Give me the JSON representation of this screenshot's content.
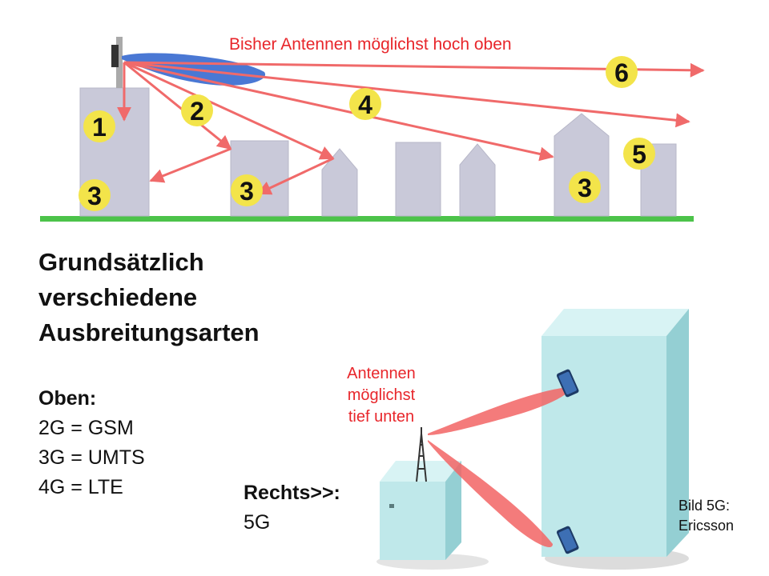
{
  "top_diagram": {
    "caption": "Bisher Antennen möglichst hoch oben",
    "markers": [
      "1",
      "2",
      "3",
      "3",
      "4",
      "3",
      "5",
      "6"
    ],
    "colors": {
      "ground": "#4cc34a",
      "building": "#c9c9d9",
      "arrow": "#f06a6a",
      "beam": "#4a78d4",
      "marker": "#f3e44a"
    }
  },
  "heading": [
    "Grundsätzlich",
    "verschiedene",
    "Ausbreitungsarten"
  ],
  "oben": {
    "label": "Oben:",
    "lines": [
      "2G = GSM",
      "3G = UMTS",
      "4G = LTE"
    ]
  },
  "bottom_diagram": {
    "caption": [
      "Antennen",
      "möglichst",
      "tief unten"
    ],
    "colors": {
      "building": "#bfe8ea",
      "beam": "#f26464"
    }
  },
  "rechts": {
    "label": "Rechts>>:",
    "value": "5G"
  },
  "credit": [
    "Bild 5G:",
    "Ericsson"
  ]
}
